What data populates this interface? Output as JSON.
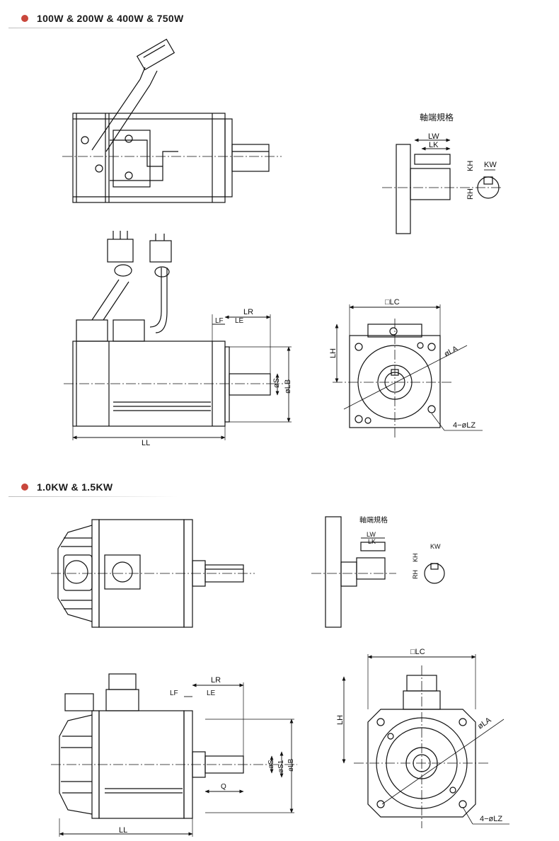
{
  "sections": [
    {
      "title": "100W  &  200W  &  400W & 750W"
    },
    {
      "title": "1.0KW & 1.5KW"
    }
  ],
  "shaft_detail_title": "軸端規格",
  "dims": {
    "LW": "LW",
    "LK": "LK",
    "KH": "KH",
    "KW": "KW",
    "RH": "RH",
    "LR": "LR",
    "LF": "LF",
    "LE": "LE",
    "S": "øS",
    "S1": "øS1",
    "LB": "øLB",
    "LL": "LL",
    "LC": "□LC",
    "LH": "LH",
    "LA": "øLA",
    "LZ": "4−øLZ",
    "Q": "Q"
  },
  "colors": {
    "accent": "#c9473c",
    "line": "#111111"
  }
}
